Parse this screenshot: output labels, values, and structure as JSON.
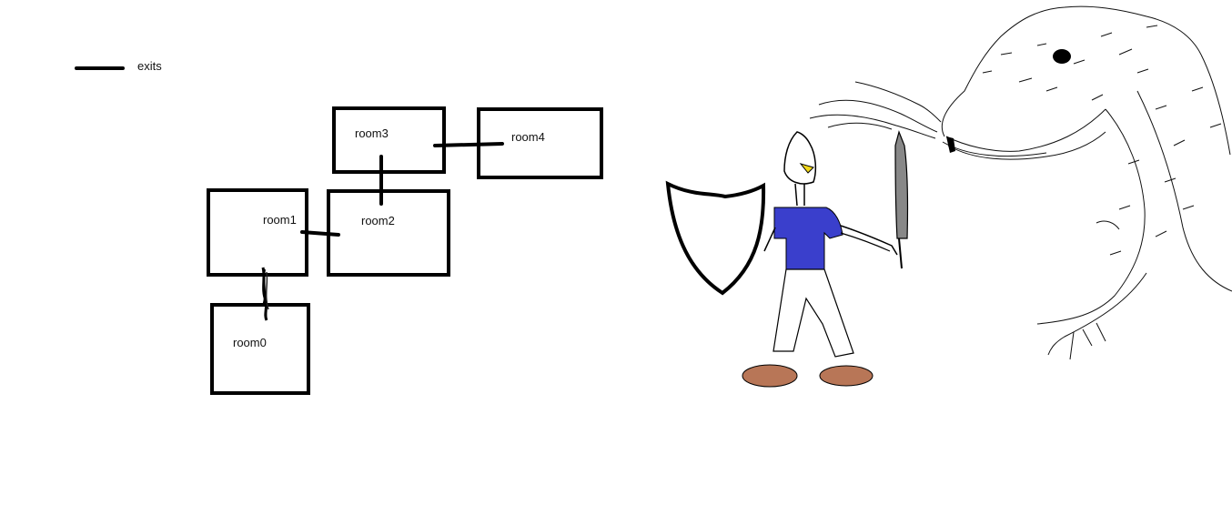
{
  "legend": {
    "label": "exits",
    "line_color": "#000000"
  },
  "rooms": [
    {
      "id": "room0",
      "label": "room0"
    },
    {
      "id": "room1",
      "label": "room1"
    },
    {
      "id": "room2",
      "label": "room2"
    },
    {
      "id": "room3",
      "label": "room3"
    },
    {
      "id": "room4",
      "label": "room4"
    }
  ],
  "exits": [
    {
      "from": "room0",
      "to": "room1"
    },
    {
      "from": "room1",
      "to": "room2"
    },
    {
      "from": "room2",
      "to": "room3"
    },
    {
      "from": "room3",
      "to": "room4"
    }
  ],
  "illustration": {
    "subjects": [
      "knight-figure",
      "dragon"
    ],
    "colors": {
      "shirt": "#3a3fcc",
      "shoes": "#b87657",
      "sword": "#888888",
      "helmet_visor": "#f2d81a",
      "outline": "#000000"
    }
  }
}
